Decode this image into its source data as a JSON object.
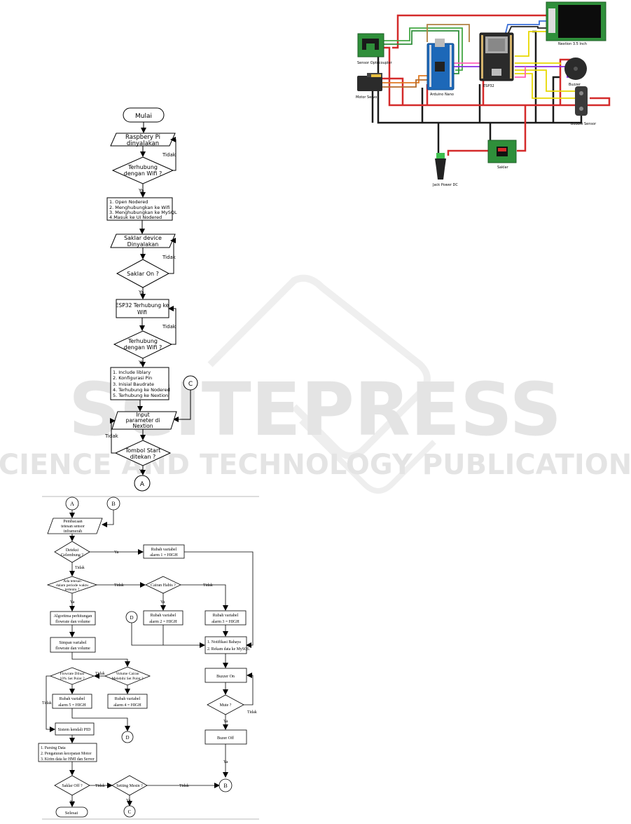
{
  "watermark": {
    "main": "SCITEPRESS",
    "sub": "SCIENCE AND TECHNOLOGY PUBLICATIONS"
  },
  "flow1": {
    "start": "Mulai",
    "rpi_on": [
      "Raspbery Pi",
      "dinyalakan"
    ],
    "wifi_check": [
      "Terhubung",
      "dengan Wifi ?"
    ],
    "nodered_steps": [
      "1. Open Nodered",
      "2. Menghubungkan ke Wifi",
      "3. Menghubungkan ke MySQL",
      "4.Masuk ke UI Nodered"
    ],
    "switch_on": [
      "Saklar device",
      "Dinyalakan"
    ],
    "switch_check": "Saklar On ?",
    "esp_wifi": [
      "ESP32 Terhubung ke",
      "Wifi"
    ],
    "wifi_check2": [
      "Terhubung",
      "dengan Wifi ?"
    ],
    "include_steps": [
      "1. Include liblary",
      "2. Konfigurasi Pin",
      "3. Inisial Baudrate",
      "4. Terhubung ke Nodered",
      "5. Terhubung ke Nextion"
    ],
    "connector_c": "C",
    "input_param": [
      "Input",
      "parameter di",
      "Nextion"
    ],
    "start_check": [
      "Tombol Start",
      "ditekan ?"
    ],
    "connector_a": "A",
    "yes": "Ya",
    "no": "Tidak"
  },
  "flow2": {
    "conn_a": "A",
    "conn_b": "B",
    "read_sensor": [
      "Pembacaan",
      "tetesan sensor",
      "inframerah"
    ],
    "bubble_check": [
      "Deteksi",
      "Gelembung ?"
    ],
    "alarm1": [
      "Rubah variabel",
      "alarm 1 = HIGH"
    ],
    "drip_check": [
      "Ada tetesan",
      "dalam periode waktu",
      "tertentu ?"
    ],
    "fluid_check": "Cairan Habis ?",
    "algo": [
      "Algoritma perhitungan",
      "flowrate dan volume"
    ],
    "conn_d": "D",
    "alarm2": [
      "Rubah variabel",
      "alarm 2 = HIGH"
    ],
    "alarm3": [
      "Rubah variabel",
      "alarm 3 = HIGH"
    ],
    "save": [
      "Simpan variabel",
      "flowrate dan volume"
    ],
    "notify": [
      "1. Notifikasi Bahaya",
      "2. Rekam data ke MySQL"
    ],
    "flow_check": [
      "Flowrate  Diluar",
      "10% Set Point ?"
    ],
    "volume_check": [
      "Volume Cairan",
      "Melebihi Set Point ?"
    ],
    "buzzer_on": "Buzzer On",
    "alarm5": [
      "Rubah variabel",
      "alarm 5 = HIGH"
    ],
    "alarm4": [
      "Rubah variabel",
      "alarm 4 = HIGH"
    ],
    "mute_check": "Mute ?",
    "pid": "Sistem kendali PID",
    "buzzer_off": "Buzer Off",
    "pid_steps": [
      "1. Parsing Data",
      "2. Pengaturan kecepatan Motor",
      "3. Kirim data ke HMI dan Server"
    ],
    "switch_off": "Saklar Off ?",
    "setting": "Setting Mesin ?",
    "finish": "Selesai",
    "conn_c": "C",
    "yes": "Ya",
    "no": "Tidak"
  },
  "wiring": {
    "labels": {
      "opto": "Sensor Optocoupler",
      "servo": "Motor Servo",
      "nano": "Arduino Nano",
      "esp": "ESP32",
      "nextion": "Nextion 3.5 Inch",
      "buzzer": "Buzzer",
      "bubble": "Bubble Sensor",
      "jack": "Jack Power DC",
      "switch": "Saklar"
    },
    "colors": {
      "red": "#d42a2a",
      "black": "#1a1a1a",
      "yellow": "#e8d800",
      "green_board": "#2f8f3a",
      "nano_blue": "#1d68b8",
      "esp_black": "#2b2b2b"
    }
  }
}
